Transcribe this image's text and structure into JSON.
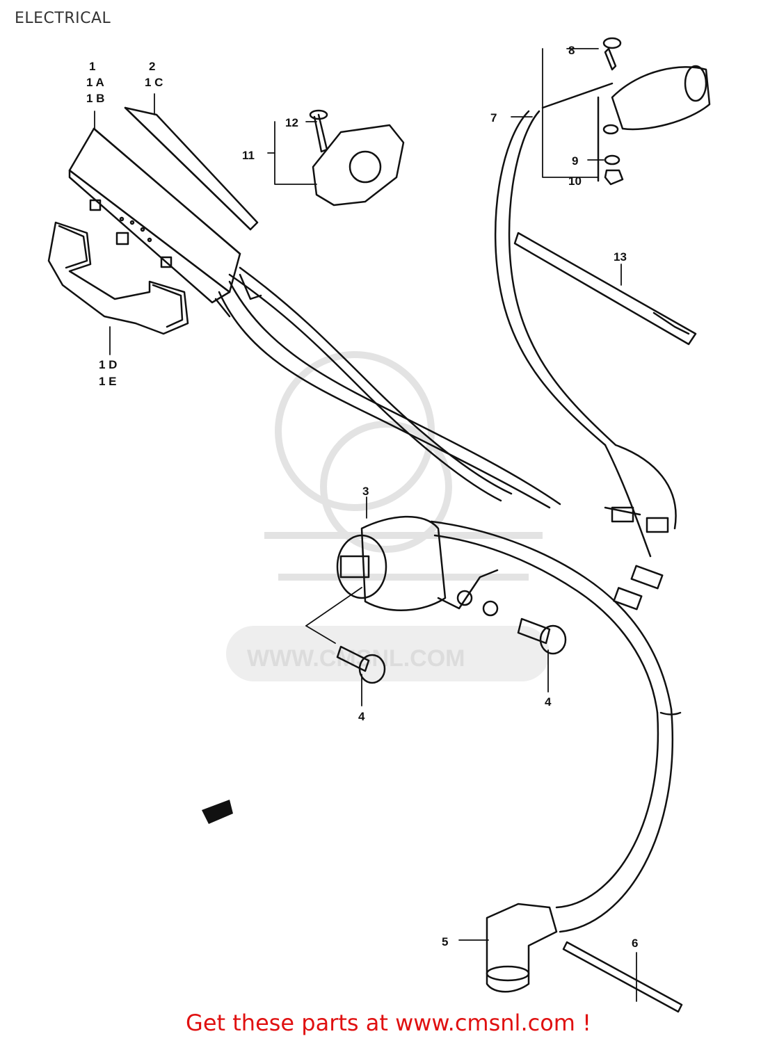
{
  "header": {
    "title": "ELECTRICAL"
  },
  "watermark": {
    "text": "WWW.CMSNL.COM"
  },
  "callouts": {
    "c1": "1",
    "c1A": "1 A",
    "c1B": "1 B",
    "c2": "2",
    "c1C": "1 C",
    "c1D": "1 D",
    "c1E": "1 E",
    "c3": "3",
    "c4a": "4",
    "c4b": "4",
    "c5": "5",
    "c6": "6",
    "c7": "7",
    "c8": "8",
    "c9": "9",
    "c10": "10",
    "c11": "11",
    "c12": "12",
    "c13": "13"
  },
  "footer": {
    "link_text": "Get these parts at www.cmsnl.com !"
  },
  "colors": {
    "line": "#111111",
    "watermark": "#dcdcdc",
    "footer": "#e01010"
  }
}
